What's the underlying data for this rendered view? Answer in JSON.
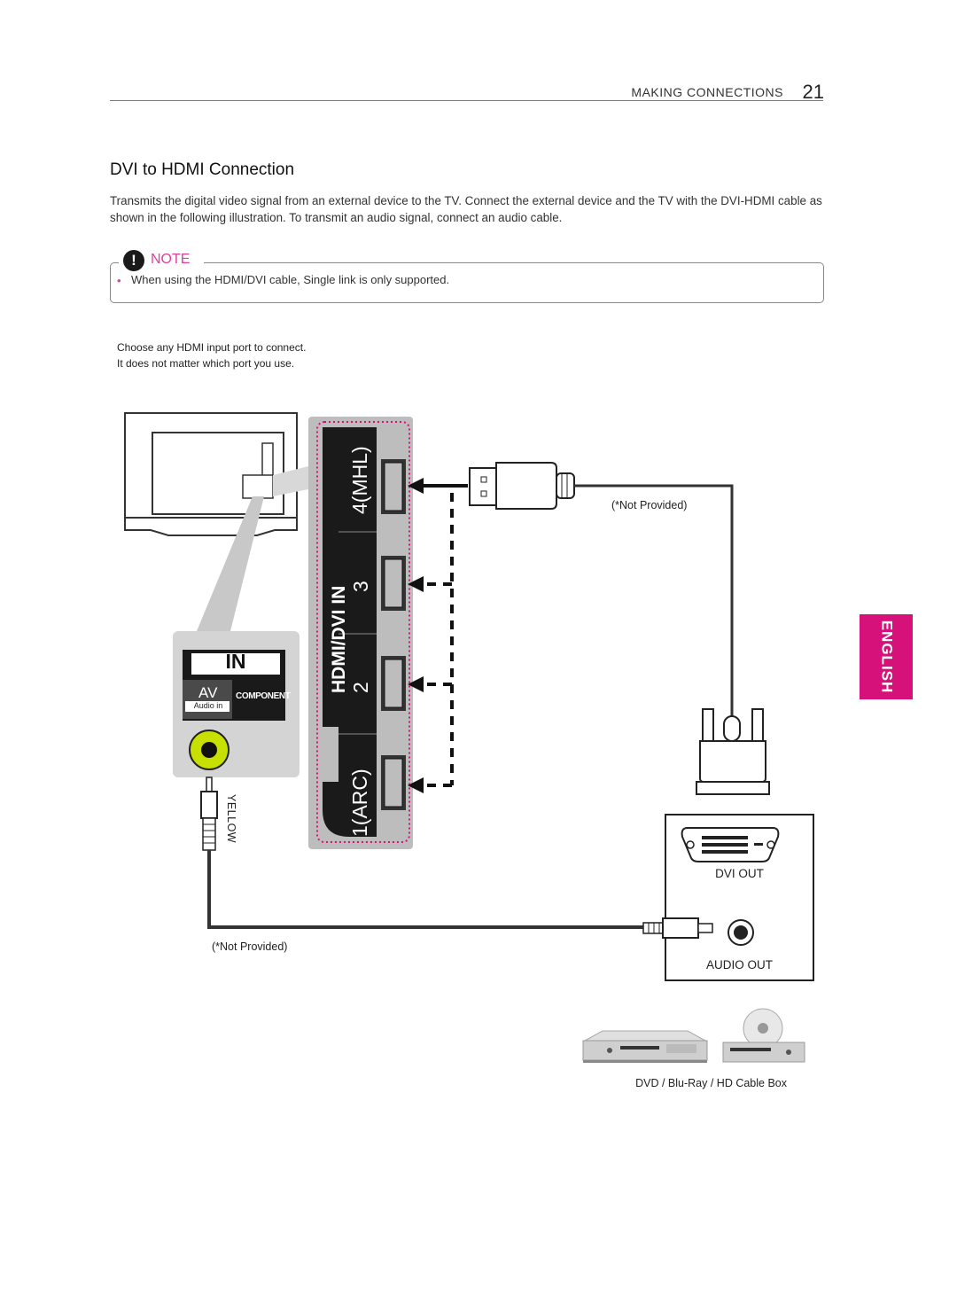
{
  "header": {
    "section": "MAKING CONNECTIONS",
    "page_number": "21"
  },
  "title": "DVI to HDMI Connection",
  "intro": "Transmits the digital video signal from an external device to the TV. Connect the external device and the TV with the DVI-HDMI cable as shown in the following illustration. To transmit an audio signal, connect an audio cable.",
  "note": {
    "label": "NOTE",
    "items": [
      "When using the HDMI/DVI cable, Single link is only supported."
    ]
  },
  "choose_lines": [
    "Choose any HDMI input port to connect.",
    "It does not matter which port you use."
  ],
  "panel": {
    "in_label": "IN",
    "av_label": "AV",
    "audio_in_label": "Audio in",
    "component_label": "COMPONENT",
    "yellow_label": "YELLOW",
    "hdmi_dvi_label": "HDMI/DVI IN",
    "ports": [
      "4(MHL)",
      "3",
      "2",
      "1(ARC)"
    ]
  },
  "device": {
    "dvi_out": "DVI OUT",
    "audio_out": "AUDIO OUT",
    "caption": "DVD / Blu-Ray / HD Cable Box"
  },
  "not_provided_top": "(*Not Provided)",
  "not_provided_bottom": "(*Not Provided)",
  "side_tab": "ENGLISH",
  "colors": {
    "accent": "#e0409a",
    "tab": "#d6127a",
    "yellow_jack": "#c8e000"
  }
}
